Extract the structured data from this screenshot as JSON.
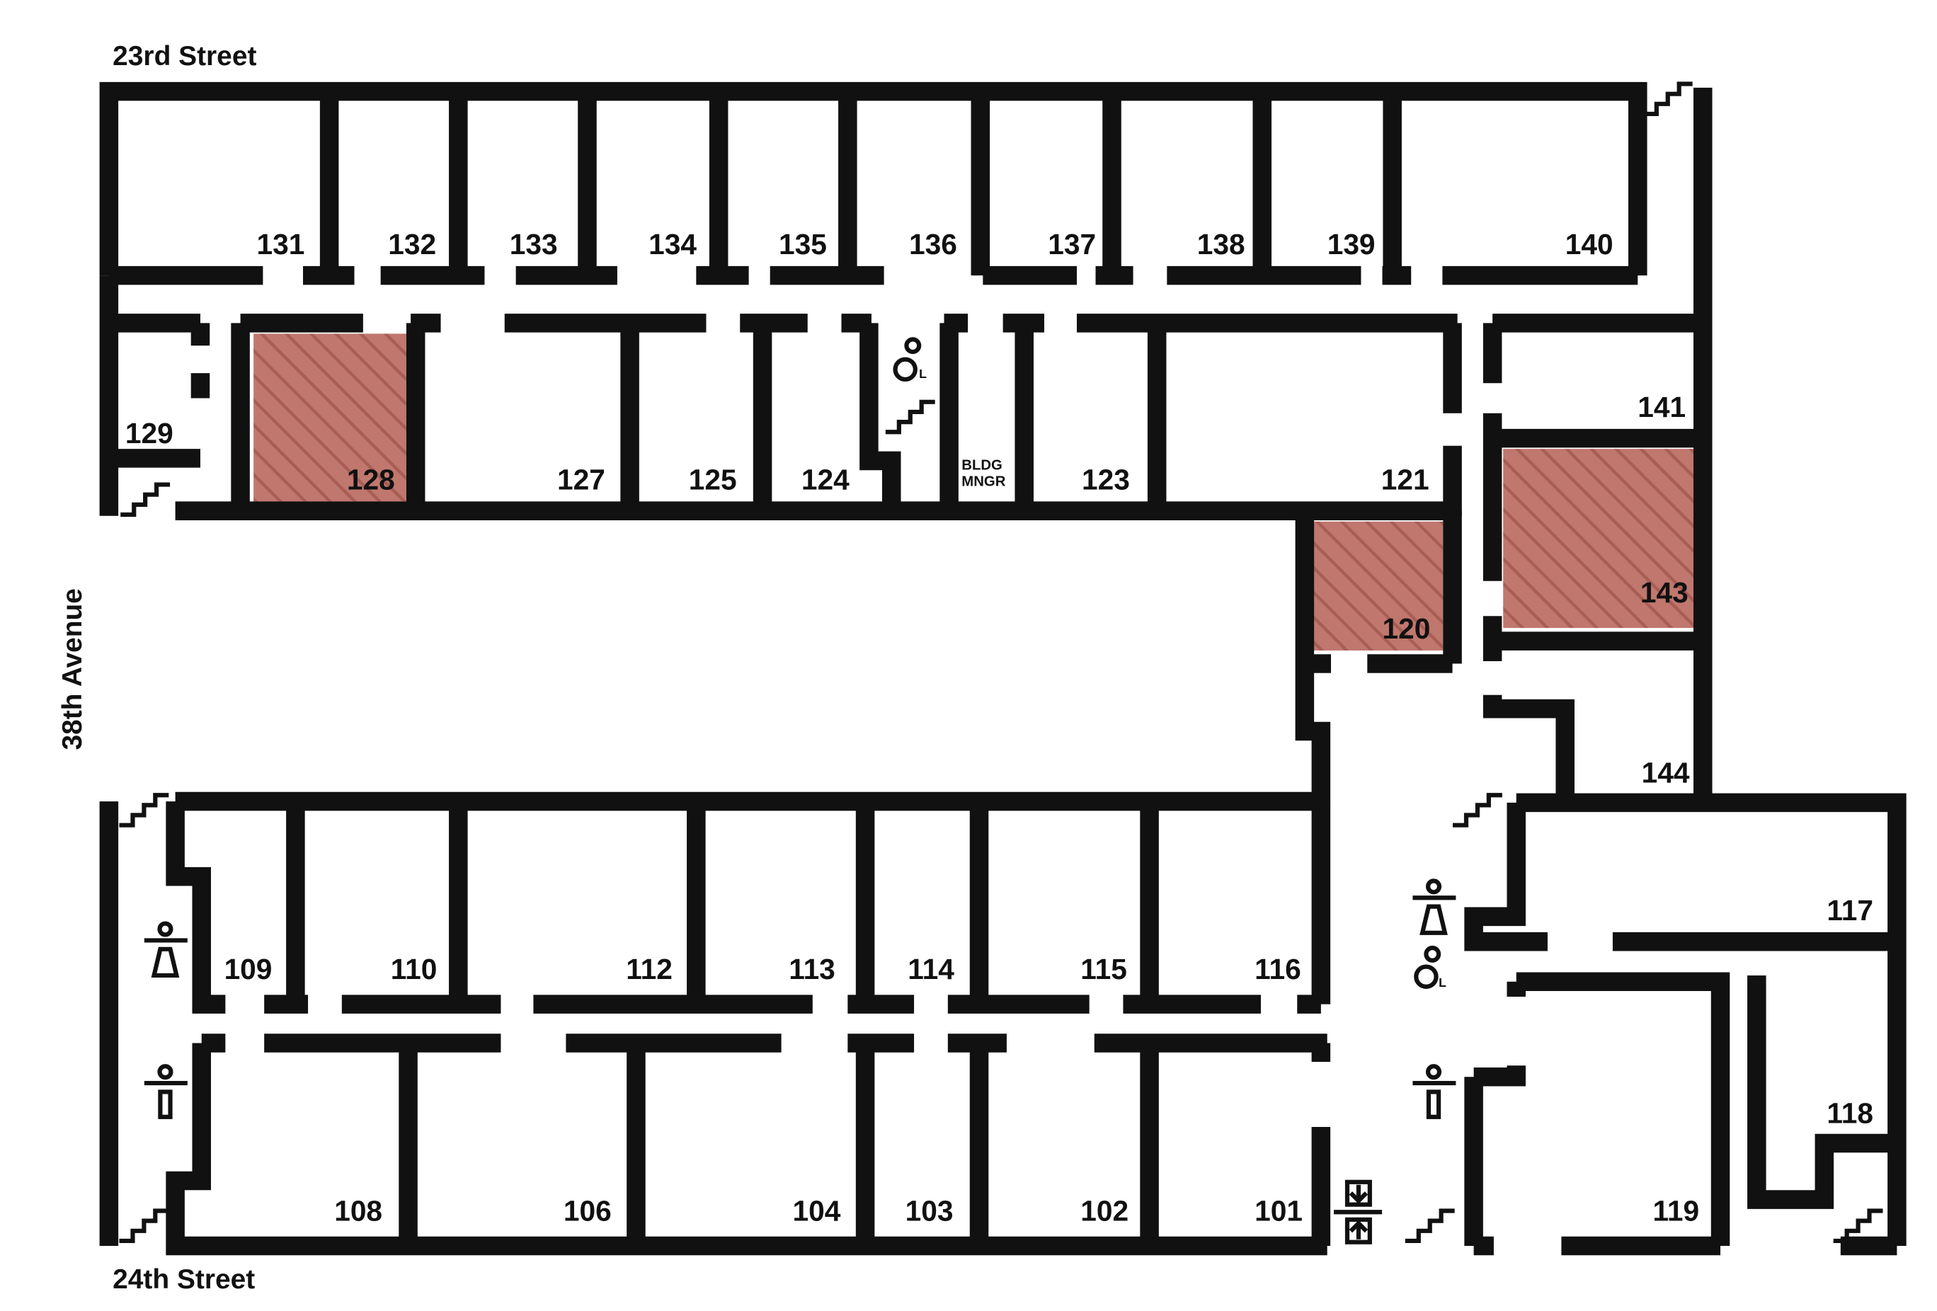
{
  "streets": {
    "north": "23rd Street",
    "south": "24th Street",
    "west": "38th Avenue"
  },
  "rooms": {
    "r101": "101",
    "r102": "102",
    "r103": "103",
    "r104": "104",
    "r106": "106",
    "r108": "108",
    "r109": "109",
    "r110": "110",
    "r112": "112",
    "r113": "113",
    "r114": "114",
    "r115": "115",
    "r116": "116",
    "r117": "117",
    "r118": "118",
    "r119": "119",
    "r120": "120",
    "r121": "121",
    "r123": "123",
    "r124": "124",
    "r125": "125",
    "r127": "127",
    "r128": "128",
    "r129": "129",
    "r131": "131",
    "r132": "132",
    "r133": "133",
    "r134": "134",
    "r135": "135",
    "r136": "136",
    "r137": "137",
    "r138": "138",
    "r139": "139",
    "r140": "140",
    "r141": "141",
    "r143": "143",
    "r144": "144"
  },
  "building_manager": {
    "line1": "BLDG",
    "line2": "MNGR"
  },
  "highlighted_rooms": [
    "128",
    "120",
    "143"
  ],
  "colors": {
    "wall": "#111111",
    "highlight_fill": "#c0776e",
    "highlight_hatch": "#a85e55",
    "background": "#ffffff"
  },
  "icons": [
    "stairs-icon",
    "accessible-restroom-icon",
    "womens-restroom-icon",
    "mens-restroom-icon",
    "elevator-icon"
  ]
}
